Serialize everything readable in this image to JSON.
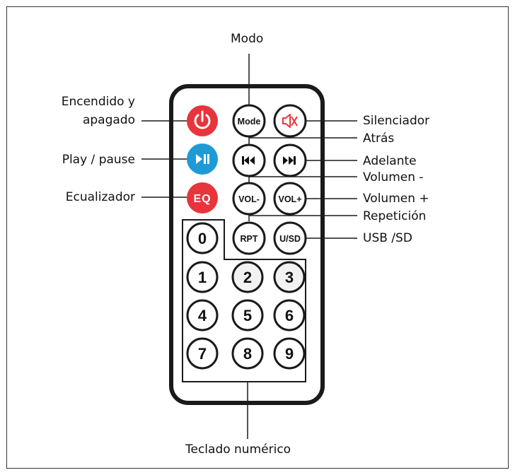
{
  "labels": {
    "top": "Modo",
    "power_line1": "Encendido y",
    "power_line2": "apagado",
    "play": "Play / pause",
    "eq": "Ecualizador",
    "mute": "Silenciador",
    "prev": "Atrás",
    "next": "Adelante",
    "vol_down": "Volumen -",
    "vol_up": "Volumen +",
    "repeat": "Repetición",
    "usb_sd": "USB /SD",
    "keypad": "Teclado numérico"
  },
  "buttons": {
    "power_icon": "power-icon",
    "mode": "Mode",
    "mute_icon": "speaker-muted-icon",
    "play_pause_icon": "play-pause-icon",
    "prev_icon": "skip-back-icon",
    "next_icon": "skip-forward-icon",
    "eq": "EQ",
    "vol_down": "VOL-",
    "vol_up": "VOL+",
    "rpt": "RPT",
    "usb_sd": "U/SD",
    "digits": [
      "0",
      "1",
      "2",
      "3",
      "4",
      "5",
      "6",
      "7",
      "8",
      "9"
    ]
  },
  "colors": {
    "power": "#e8343b",
    "eq": "#e8343b",
    "play_pause": "#1f9ad6"
  }
}
